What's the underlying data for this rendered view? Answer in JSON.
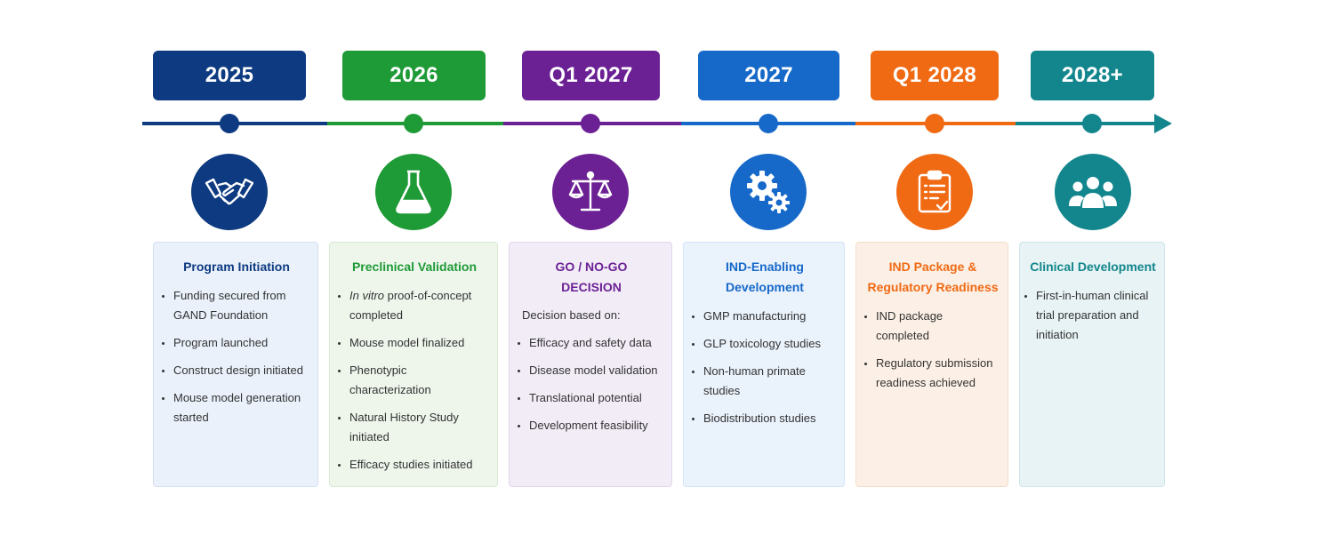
{
  "colors": {
    "navy": "#0d3a80",
    "green": "#1e9a36",
    "purple": "#6b2194",
    "blue": "#1769c9",
    "orange": "#f06a14",
    "teal": "#13868d"
  },
  "milestones": [
    {
      "year": "2025",
      "icon": "handshake-icon",
      "title": "Program Initiation",
      "items": [
        "Funding secured from GAND Foundation",
        "Program launched",
        "Construct design initiated",
        "Mouse model generation started"
      ]
    },
    {
      "year": "2026",
      "icon": "flask-icon",
      "title": "Preclinical Validation",
      "items_lead": "In vitro",
      "items": [
        " proof-of-concept completed",
        "Mouse model finalized",
        "Phenotypic characterization",
        "Natural History Study initiated",
        "Efficacy studies initiated"
      ]
    },
    {
      "year": "Q1 2027",
      "icon": "scales-icon",
      "title": "GO / NO-GO DECISION",
      "intro": "Decision based on:",
      "items": [
        "Efficacy and safety data",
        "Disease model validation",
        "Translational potential",
        "Development feasibility"
      ]
    },
    {
      "year": "2027",
      "icon": "gears-icon",
      "title": "IND-Enabling Development",
      "items": [
        "GMP manufacturing",
        "GLP toxicology studies",
        "Non-human primate studies",
        "Biodistribution studies"
      ]
    },
    {
      "year": "Q1 2028",
      "icon": "clipboard-icon",
      "title": "IND Package & Regulatory Readiness",
      "items": [
        "IND package completed",
        "Regulatory submission readiness achieved"
      ]
    },
    {
      "year": "2028+",
      "icon": "people-icon",
      "title": "Clinical Development",
      "items": [
        "First-in-human clinical trial preparation and initiation"
      ]
    }
  ]
}
